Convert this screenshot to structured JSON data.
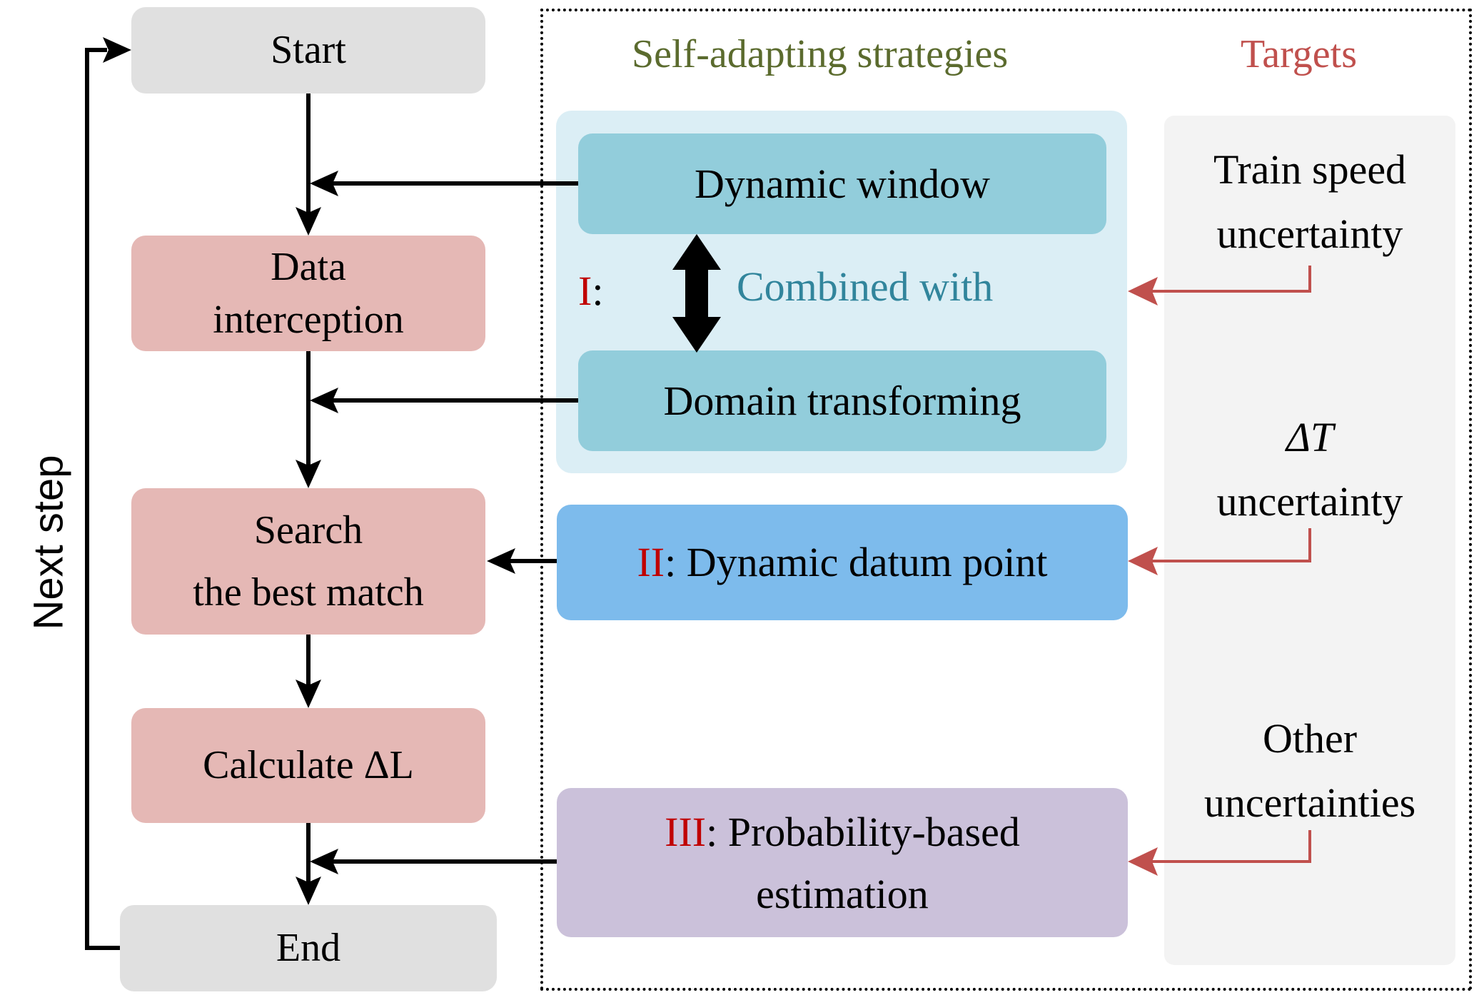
{
  "headers": {
    "strategies": "Self-adapting strategies",
    "targets": "Targets"
  },
  "flow": {
    "start": "Start",
    "data_interception_line1": "Data",
    "data_interception_line2": "interception",
    "search_line1": "Search",
    "search_line2": "the best match",
    "calculate": "Calculate ΔL",
    "end": "End",
    "next_step": "Next step"
  },
  "strategies": {
    "dynamic_window": "Dynamic window",
    "domain_transforming": "Domain transforming",
    "strategy_one_numeral": "I",
    "strategy_one_colon": ":",
    "combined_with": "Combined with",
    "strategy_two_numeral": "II",
    "strategy_two_label": ": Dynamic datum point",
    "strategy_three_numeral": "III",
    "strategy_three_line1": ": Probability-based",
    "strategy_three_line2": "estimation"
  },
  "targets": {
    "train_speed_line1": "Train speed",
    "train_speed_line2": "uncertainty",
    "delta_t_line1": "ΔT",
    "delta_t_line2": "uncertainty",
    "other_line1": "Other",
    "other_line2": "uncertainties"
  },
  "colors": {
    "strategies_header": "#5b6b2e",
    "targets_header": "#c0504d",
    "roman_numerals": "#c00000",
    "combined_with": "#31859c",
    "target_arrows": "#c0504d",
    "flow_arrows": "#000000",
    "gray_box": "#e0e0e0",
    "pink_box": "#e5b8b5",
    "teal_box": "#92cddb",
    "blue_box": "#7dbbec",
    "purple_box": "#cbc1da"
  }
}
